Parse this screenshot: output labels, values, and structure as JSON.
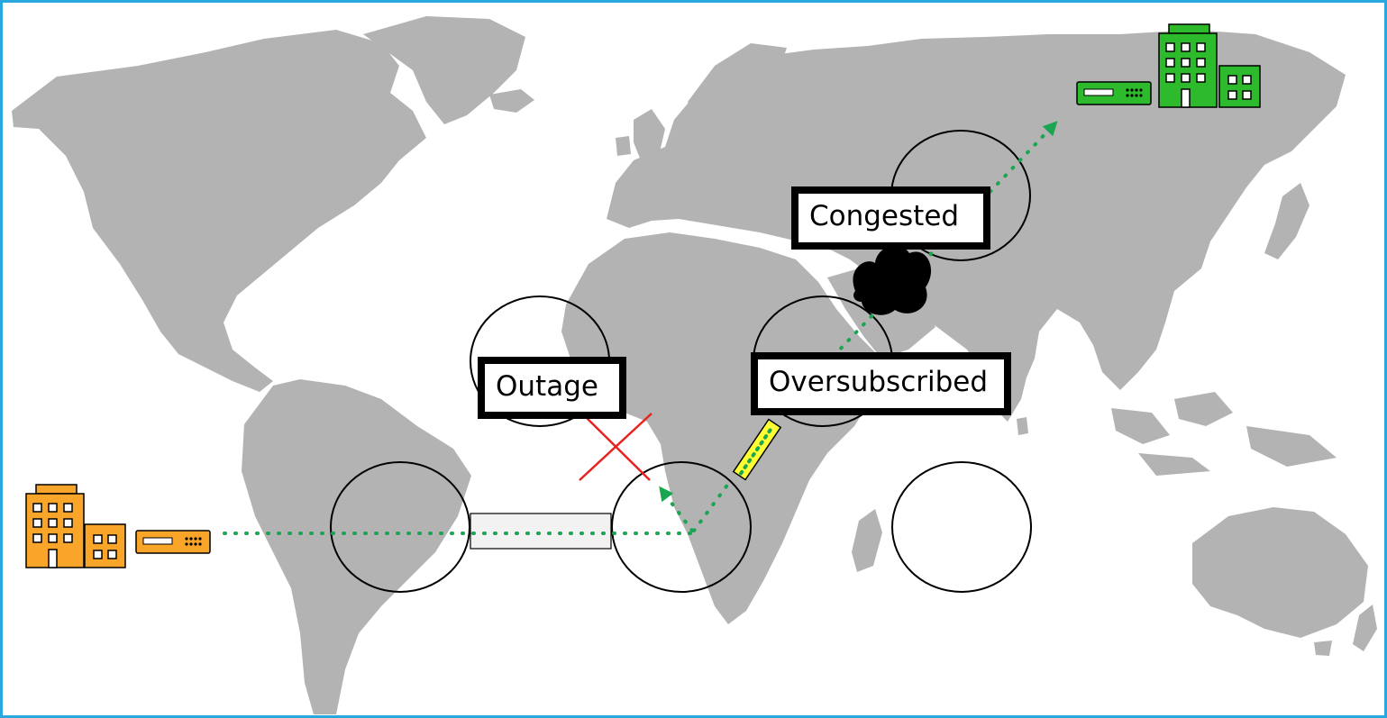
{
  "labels": {
    "outage": "Outage",
    "oversubscribed": "Oversubscribed",
    "congested": "Congested"
  },
  "colors": {
    "frame": "#29a8e0",
    "land": "#b3b3b3",
    "source_site": "#f9a52a",
    "destination_site": "#2dbb2d",
    "path": "#1aa551",
    "outage_mark": "#e8231f",
    "oversubscribed_link": "#ffff33"
  },
  "icons": {
    "source_building": "office-building-icon",
    "source_device": "network-router-icon",
    "destination_building": "office-building-icon",
    "destination_device": "network-router-icon",
    "congestion_cloud": "cloud-icon",
    "outage_mark": "cross-icon"
  }
}
